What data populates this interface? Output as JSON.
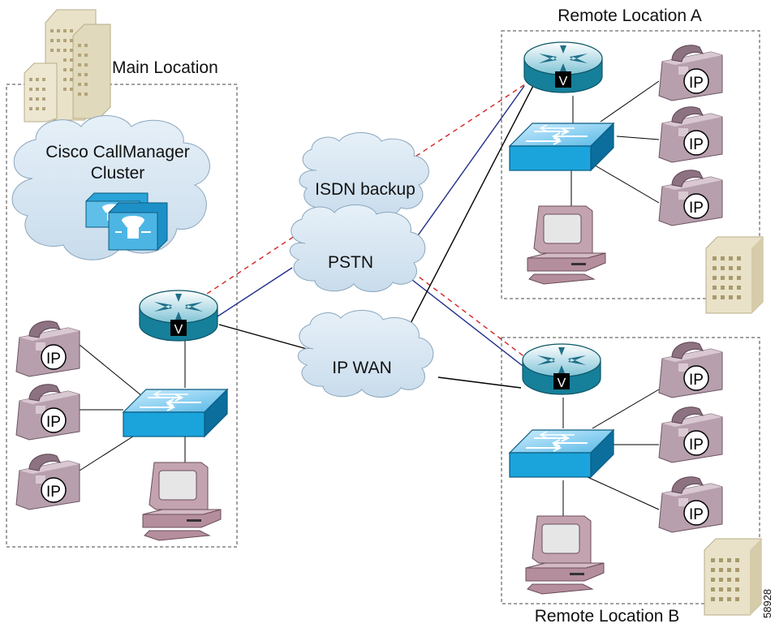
{
  "diagram": {
    "main_location": {
      "title": "Main Location",
      "cluster_label_line1": "Cisco CallManager",
      "cluster_label_line2": "Cluster"
    },
    "remote_a": {
      "title": "Remote Location A"
    },
    "remote_b": {
      "title": "Remote Location B"
    },
    "clouds": {
      "isdn": "ISDN backup",
      "pstn": "PSTN",
      "ipwan": "IP WAN"
    },
    "router_badge": "V",
    "phone_badge": "IP",
    "figure_id": "58928",
    "colors": {
      "cloud_fill": "#d6e6f3",
      "router_fill": "#1f8faa",
      "switch_fill": "#1aa3dd",
      "phone_fill": "#b89fae",
      "pc_fill": "#c6a7b4",
      "building_fill": "#e8e0c6",
      "isdn_link": "#d62222",
      "pstn_link": "#1f2f8a",
      "wan_link": "#000000"
    }
  }
}
